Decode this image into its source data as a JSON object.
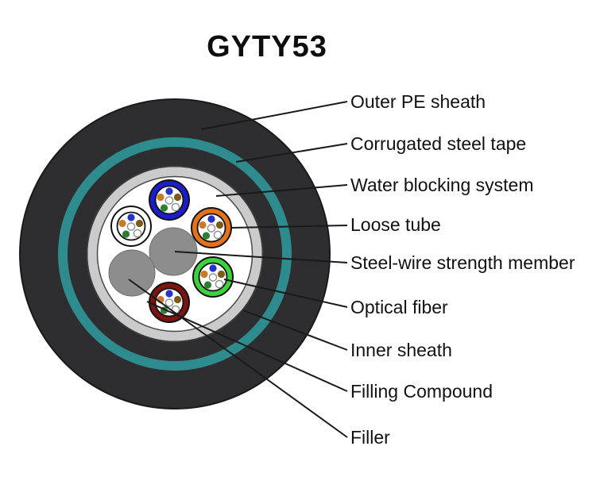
{
  "title": "GYTY53",
  "diagram": {
    "labels": [
      {
        "text": "Outer PE sheath"
      },
      {
        "text": "Corrugated steel tape"
      },
      {
        "text": "Water blocking system"
      },
      {
        "text": "Loose tube"
      },
      {
        "text": "Steel-wire strength member"
      },
      {
        "text": "Optical fiber"
      },
      {
        "text": "Inner sheath"
      },
      {
        "text": "Filling Compound"
      },
      {
        "text": "Filler"
      }
    ],
    "colors": {
      "outer-sheath": "#2e2d2f",
      "steel-tape-teal": "#2e8b8e",
      "inner-sheath-silver": "#cbcbcb",
      "core-white": "#ffffff",
      "tube-blue": "#1d1dd0",
      "tube-white": "#ffffff",
      "tube-orange": "#e2731c",
      "tube-green": "#3ed13e",
      "tube-dark-red": "#7c1511",
      "filler-gray": "#8d8d8d",
      "fiber-blue": "#2333cc",
      "fiber-orange": "#c8792b",
      "fiber-brown": "#7d5a17",
      "fiber-green": "#2f7d31",
      "fiber-white": "#ffffff",
      "leader-line": "#1a1a1a",
      "label-text": "#111111"
    }
  }
}
